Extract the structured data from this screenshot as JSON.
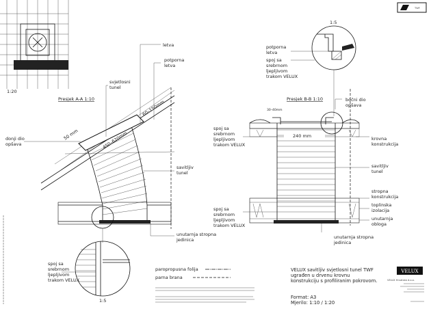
{
  "badge": {
    "label": "TWF"
  },
  "left_section": {
    "scale_overview": "1:20",
    "title": "Presjek A-A 1:10",
    "labels": {
      "letva": "letva",
      "potporna_letva": [
        "potporna",
        "letva"
      ],
      "svjetlosni_tunel": [
        "svjetlosni",
        "tunel"
      ],
      "donji_dio_opsava": [
        "donji dio",
        "opšava"
      ],
      "savitljiv_tunel": [
        "savitljiv",
        "tunel"
      ],
      "unutarnja_stropna_jedinica": [
        "unutarnja stropna",
        "jedinica"
      ],
      "spoj": [
        "spoj sa",
        "srebrnom",
        "ljepljivom",
        "trakom VELUX"
      ]
    },
    "dims": {
      "d1": "60–150mm",
      "d2": "50 mm",
      "d3": "450–620mm"
    },
    "detail_scale": "1:5"
  },
  "right_section": {
    "detail_scale": "1:5",
    "title": "Presjek B-B 1:10",
    "labels": {
      "potporna_letva": [
        "potporna",
        "letva"
      ],
      "spoj_top": [
        "spoj sa",
        "srebrnom",
        "ljepljivom",
        "trakom VELUX"
      ],
      "bocni_dio_opsava": [
        "bočni dio",
        "opšava"
      ],
      "spoj_mid": [
        "spoj sa",
        "srebrnom",
        "ljepljivom",
        "trakom VELUX"
      ],
      "krovna_konstrukcija": [
        "krovna",
        "konstrukcija"
      ],
      "savitljiv_tunel": [
        "savitljiv",
        "tunel"
      ],
      "spoj_low": [
        "spoj sa",
        "srebrnom",
        "ljepljivom",
        "trakom VELUX"
      ],
      "stropna_konstrukcija": [
        "stropna",
        "konstrukcija"
      ],
      "toplinska_izolacija": [
        "toplinska",
        "izolacija"
      ],
      "unutarnja_obloga": [
        "unutarnja",
        "obloga"
      ],
      "unutarnja_stropna_jedinica": [
        "unutarnja stropna",
        "jedinica"
      ]
    },
    "dims": {
      "d1": "30–40mm",
      "d2": "240 mm"
    }
  },
  "legend": {
    "items": [
      "paropropusna folija",
      "parna brana"
    ]
  },
  "title_block": {
    "title": [
      "VELUX savitljiv svjetlosni tunel TWF",
      "ugrađen u drvenu krovnu",
      "konstrukciju s profiliranim pokrovom."
    ],
    "format": "Format: A3",
    "scale": "Mjerilo: 1:10 / 1:20",
    "company": "VELUX Hrvatska d.o.o.",
    "logo": "VELUX"
  }
}
